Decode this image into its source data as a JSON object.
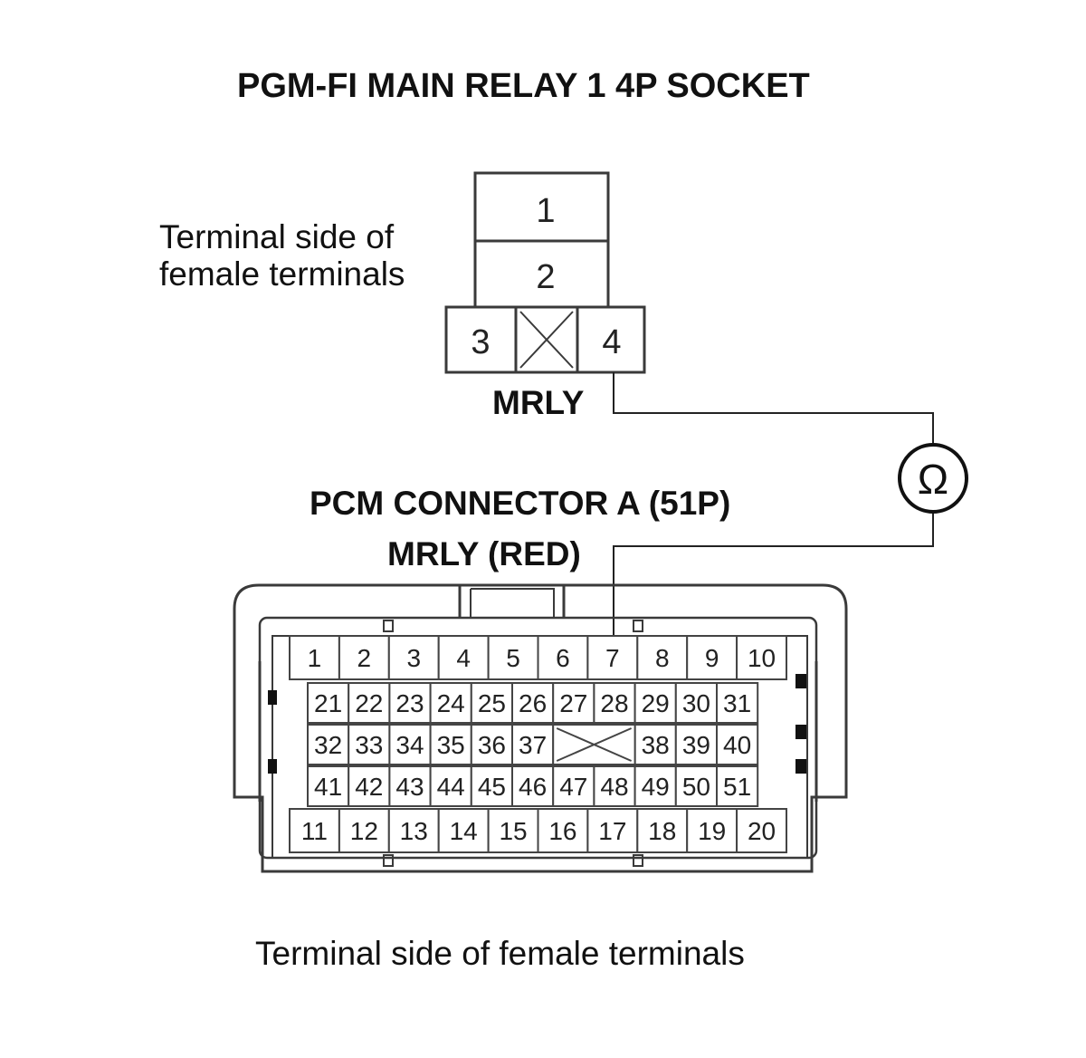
{
  "relay_socket": {
    "title": "PGM-FI MAIN RELAY 1 4P SOCKET",
    "side_label_line1": "Terminal side of",
    "side_label_line2": "female terminals",
    "terminal_label": "MRLY",
    "pins": [
      "1",
      "2",
      "3",
      "4"
    ]
  },
  "meter": {
    "symbol": "Ω",
    "icon": "ohmmeter-icon"
  },
  "pcm_connector": {
    "title": "PCM CONNECTOR A (51P)",
    "terminal_label": "MRLY (RED)",
    "side_label": "Terminal side of female terminals",
    "row_top": [
      "1",
      "2",
      "3",
      "4",
      "5",
      "6",
      "7",
      "8",
      "9",
      "10"
    ],
    "row_2": [
      "21",
      "22",
      "23",
      "24",
      "25",
      "26",
      "27",
      "28",
      "29",
      "30",
      "31"
    ],
    "row_3_left": [
      "32",
      "33",
      "34",
      "35",
      "36",
      "37"
    ],
    "row_3_right": [
      "38",
      "39",
      "40"
    ],
    "row_4": [
      "41",
      "42",
      "43",
      "44",
      "45",
      "46",
      "47",
      "48",
      "49",
      "50",
      "51"
    ],
    "row_bottom": [
      "11",
      "12",
      "13",
      "14",
      "15",
      "16",
      "17",
      "18",
      "19",
      "20"
    ]
  },
  "colors": {
    "line": "#222222",
    "text": "#111111",
    "background": "#ffffff"
  }
}
